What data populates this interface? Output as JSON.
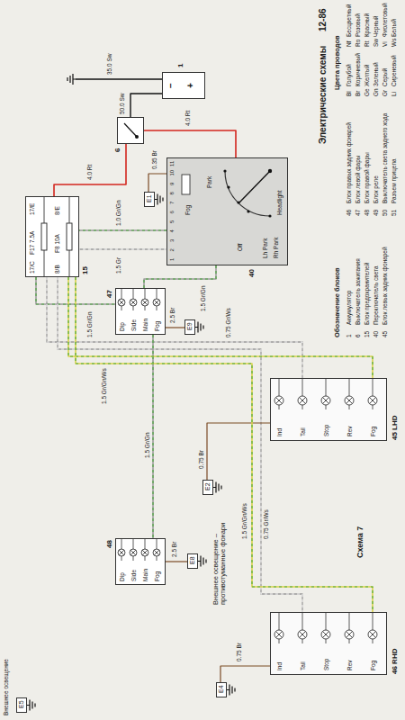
{
  "diagram": {
    "title": "Схема 7",
    "caption": "Внешнее освещение – противотуманные фонари",
    "nodes": [
      {
        "text": [
          "1",
          "−",
          "+"
        ]
      },
      {
        "text": [
          "6"
        ]
      },
      {
        "text": [
          "40",
          "Fog",
          "Park",
          "Off",
          "Lh Park",
          "Rh Park",
          "Headlight"
        ]
      },
      {
        "text": [
          "15",
          "17/C",
          "F17 7.5A",
          "17/E",
          "8/B",
          "F8 10A",
          "8/E"
        ]
      },
      {
        "text": [
          "47",
          "Dip",
          "Side",
          "Main",
          "Fog"
        ]
      },
      {
        "text": [
          "45 LHD",
          "Ind",
          "Tail",
          "Stop",
          "Rev",
          "Fog"
        ]
      },
      {
        "text": [
          "48",
          "Dip",
          "Side",
          "Main",
          "Fog"
        ]
      },
      {
        "text": [
          "46 RHD",
          "Ind",
          "Tail",
          "Stop",
          "Rev",
          "Fog"
        ]
      },
      {
        "text": [
          "E1"
        ]
      },
      {
        "text": [
          "E9"
        ]
      },
      {
        "text": [
          "E8"
        ]
      },
      {
        "text": [
          "E2"
        ]
      },
      {
        "text": [
          "E4"
        ]
      },
      {
        "text": [
          "E5"
        ]
      }
    ],
    "edges": [
      {
        "from": 0,
        "to": 1,
        "arrow": "none",
        "label": "50.0 Sw"
      },
      {
        "from": 1,
        "to": 2,
        "arrow": "none",
        "label": "4.0 Rt"
      },
      {
        "from": 1,
        "to": 3,
        "arrow": "none",
        "label": "4.0 Rt"
      },
      {
        "from": 2,
        "to": 8,
        "arrow": "none",
        "label": "0.35 Br"
      },
      {
        "from": 2,
        "to": 3,
        "arrow": "none",
        "label": "1.5 Gr"
      },
      {
        "from": 2,
        "to": 3,
        "arrow": "none",
        "label": "1.0 Gr/Gn"
      },
      {
        "from": 2,
        "to": 4,
        "arrow": "none",
        "label": "1.5 Gr/Gn"
      },
      {
        "from": 3,
        "to": 4,
        "arrow": "none",
        "label": "1.5 Gr/Gn"
      },
      {
        "from": 3,
        "to": 5,
        "arrow": "none",
        "label": "0.75 Gr/Ws"
      },
      {
        "from": 3,
        "to": 7,
        "arrow": "none",
        "label": "0.75 Gr/Ws"
      },
      {
        "from": 4,
        "to": 6,
        "arrow": "none",
        "label": "1.5 Gr/Gn"
      },
      {
        "from": 4,
        "to": 9,
        "arrow": "none",
        "label": "2.5 Br"
      },
      {
        "from": 6,
        "to": 10,
        "arrow": "none",
        "label": "2.5 Br"
      },
      {
        "from": 5,
        "to": 11,
        "arrow": "none",
        "label": "0.75 Br"
      },
      {
        "from": 7,
        "to": 12,
        "arrow": "none",
        "label": "0.75 Br"
      },
      {
        "from": 3,
        "to": 5,
        "arrow": "none",
        "label": "1.5 Gr/Gn/Ws"
      },
      {
        "from": 3,
        "to": 7,
        "arrow": "none",
        "label": "1.5 Gr/Gn/Ws"
      }
    ],
    "labels": [
      "12-86",
      "Электрические схемы",
      "Цвета проводов",
      "Bl",
      "Голубой",
      "Br",
      "Коричневый",
      "Ge",
      "Желтый",
      "Gn",
      "Зеленый",
      "Gr",
      "Серый",
      "Li",
      "Сиреневый",
      "Nf",
      "Бесцветный",
      "Ro",
      "Розовый",
      "Rt",
      "Красный",
      "Sw",
      "Черный",
      "Vi",
      "Фиолетовый",
      "Ws",
      "Белый",
      "Обозначение блоков",
      "1",
      "Аккумулятор",
      "6",
      "Выключатель зажигания",
      "15",
      "Блок предохранителей",
      "40",
      "Переключатель света",
      "45",
      "Блок левых задних фонарей",
      "46",
      "Блок правых задних фонарей",
      "47",
      "Блок левой фары",
      "48",
      "Блок правой фары",
      "49",
      "Блок реле",
      "50",
      "Выключатель света заднего хода",
      "51",
      "Разъем прицепа",
      "35.0 Sw",
      "1",
      "2",
      "3",
      "4",
      "5",
      "6",
      "7",
      "8",
      "9",
      "10",
      "11",
      "Внешнее освещение"
    ]
  }
}
